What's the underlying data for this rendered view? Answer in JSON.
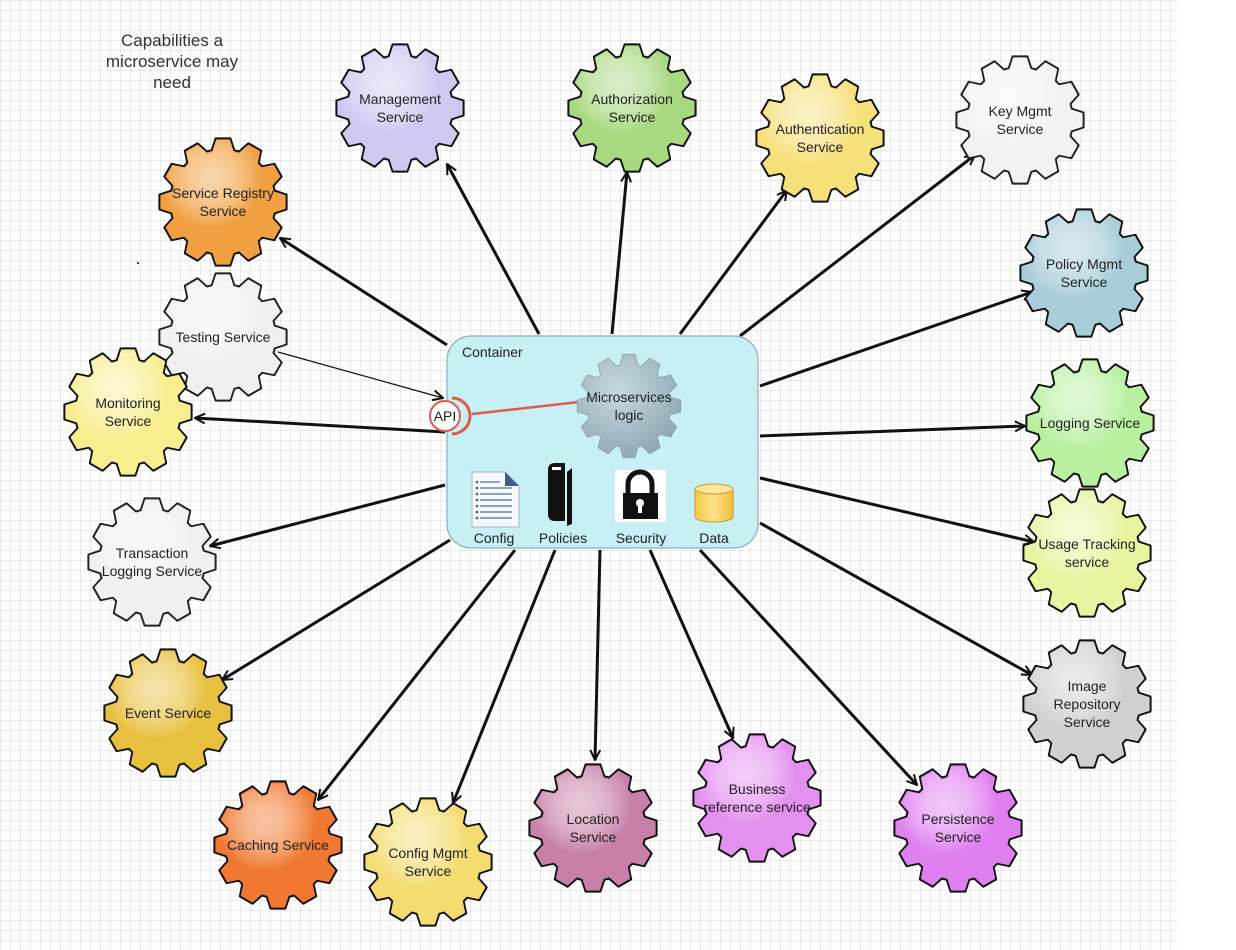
{
  "heading": "Capabilities a microservice may need",
  "container": {
    "label": "Container",
    "logic": [
      "Microservices",
      "logic"
    ],
    "api": "API",
    "items": [
      {
        "label": "Config",
        "icon": "config-document-icon"
      },
      {
        "label": "Policies",
        "icon": "policies-book-icon"
      },
      {
        "label": "Security",
        "icon": "security-lock-icon"
      },
      {
        "label": "Data",
        "icon": "data-cylinder-icon"
      }
    ]
  },
  "services": [
    {
      "id": "management",
      "lines": [
        "Management",
        "Service"
      ],
      "color": "#cfc8f0"
    },
    {
      "id": "authorization",
      "lines": [
        "Authorization",
        "Service"
      ],
      "color": "#a8d880"
    },
    {
      "id": "authentication",
      "lines": [
        "Authentication",
        "Service"
      ],
      "color": "#f6e07a"
    },
    {
      "id": "key-mgmt",
      "lines": [
        "Key Mgmt",
        "Service"
      ],
      "color": "#f2f2f2"
    },
    {
      "id": "service-registry",
      "lines": [
        "Service Registry",
        "Service"
      ],
      "color": "#f0a040"
    },
    {
      "id": "policy-mgmt",
      "lines": [
        "Policy Mgmt",
        "Service"
      ],
      "color": "#a9cdd8"
    },
    {
      "id": "testing",
      "lines": [
        "Testing Service"
      ],
      "color": "#f0f0f0"
    },
    {
      "id": "monitoring",
      "lines": [
        "Monitoring",
        "Service"
      ],
      "color": "#f8ee90"
    },
    {
      "id": "logging",
      "lines": [
        "Logging Service"
      ],
      "color": "#b8f0a0"
    },
    {
      "id": "transaction-logging",
      "lines": [
        "Transaction",
        "Logging Service"
      ],
      "color": "#f0f0f0"
    },
    {
      "id": "usage-tracking",
      "lines": [
        "Usage Tracking",
        "service"
      ],
      "color": "#e8f4a0"
    },
    {
      "id": "image-repository",
      "lines": [
        "Image",
        "Repository",
        "Service"
      ],
      "color": "#d0d0d0"
    },
    {
      "id": "event",
      "lines": [
        "Event Service"
      ],
      "color": "#e8c040"
    },
    {
      "id": "caching",
      "lines": [
        "Caching Service"
      ],
      "color": "#f07830"
    },
    {
      "id": "config-mgmt",
      "lines": [
        "Config Mgmt",
        "Service"
      ],
      "color": "#f4dc70"
    },
    {
      "id": "location",
      "lines": [
        "Location",
        "Service"
      ],
      "color": "#c880a8"
    },
    {
      "id": "business-reference",
      "lines": [
        "Business",
        "reference service"
      ],
      "color": "#e490f0"
    },
    {
      "id": "persistence",
      "lines": [
        "Persistence",
        "Service"
      ],
      "color": "#e080f0"
    }
  ]
}
